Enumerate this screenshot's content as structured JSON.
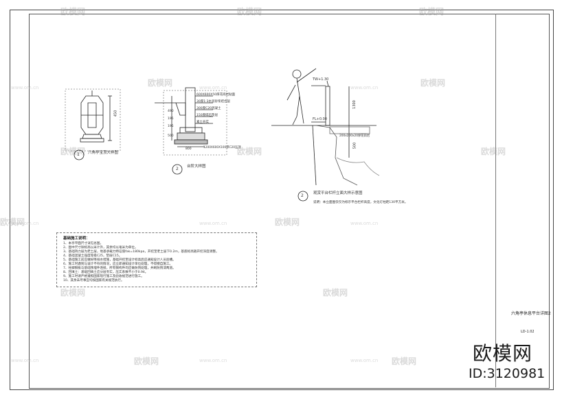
{
  "watermark": {
    "brand": "欧模网",
    "url": "www.om.cn"
  },
  "details": {
    "detail1": {
      "number": "1",
      "title": "六角亭宝顶大样图",
      "dim_height": "450"
    },
    "detail2": {
      "number": "2",
      "title": "台阶大样图",
      "labels": [
        "600X600X50厚花岗岩贴面",
        "30厚1:3水泥砂浆结合层",
        "300厚C20混凝土",
        "150厚碎石垫层",
        "素土夯实"
      ],
      "dims": [
        "500",
        "195",
        "195",
        "490",
        "800"
      ],
      "bottom_label": "1200X600X100厚C20压顶"
    },
    "detail3": {
      "number": "2",
      "title": "观赏平台栏杆立面大样示意图",
      "elev_top": "TW+1.30",
      "elev_base": "FL+0.00",
      "dim_upper": "1300",
      "dim_lower": "500",
      "label": "200x200x20厚花岗岩",
      "note": "说明：本立面图仅仅为标示平台栏杆高度，文化灯柱距130平方米。"
    }
  },
  "notes": {
    "title": "基础施工说明：",
    "lines": [
      "1、本亭平面尺寸详见总图。",
      "2、图中尺寸除标高以米计外，其余均以毫米为单位。",
      "3、基础持力层为老土层，地基承载力特征值fak=180kpa，开挖至老土层下0.2m，基底标高随开挖深度调整。",
      "4、基础混凝土强度等级C25，垫层C15。",
      "5、基础施工前应做好降排水措施，基础开挖至设计标高后应通知设计人员验槽。",
      "6、施工时遇到与设计不符的情况，应立即通知设计单位处理，不得擅自施工。",
      "7、柱脚钢板与基础预埋件连接，所有钢构件均应做防锈处理，并刷防锈漆两道。",
      "8、回填土：基础回填土应分层夯实，压实系数不小于0.94。",
      "9、施工时请严格遵照国家现行施工及验收规范进行施工。",
      "10、其余未尽事宜均按国家有关规范执行。"
    ]
  },
  "title_block": {
    "drawing_title": "六角亭休息平台详图2",
    "drawing_no": "LD-1.02"
  },
  "logo": {
    "brand": "欧模网",
    "id_text": "ID:3120981"
  }
}
